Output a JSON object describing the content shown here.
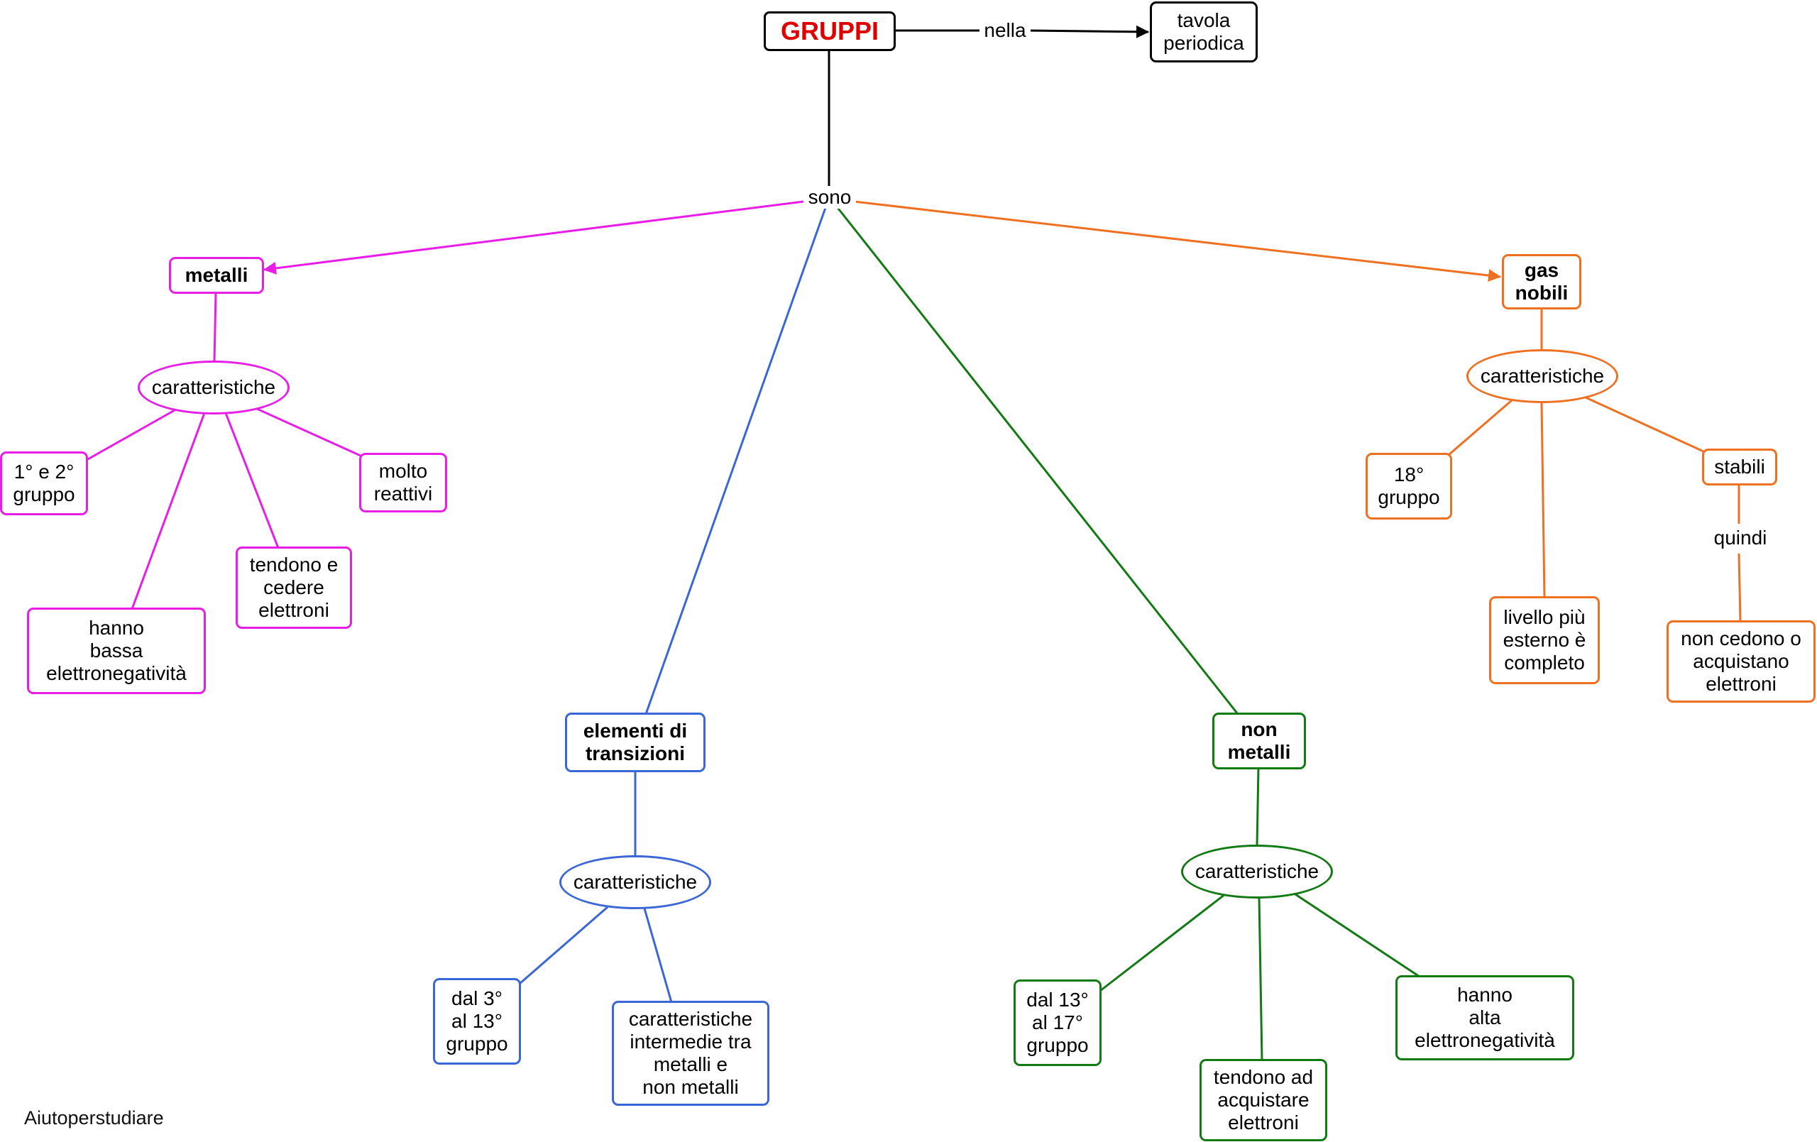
{
  "title": "GRUPPI",
  "colors": {
    "metalli": "#e81ee8",
    "transizione": "#3a66d6",
    "nonmetalli": "#127a12",
    "gas": "#ee7020",
    "root": "#000000",
    "titleText": "#e00000"
  },
  "links": {
    "nella": "nella",
    "sono": "sono",
    "quindi": "quindi"
  },
  "nodes": {
    "tavola": "tavola\nperiodica",
    "metalli": "metalli",
    "metalli_car": "caratteristiche",
    "metalli_gruppo": "1° e 2°\ngruppo",
    "metalli_reattivi": "molto\nreattivi",
    "metalli_cedere": "tendono e\ncedere\nelettroni",
    "metalli_elettroneg": "hanno\nbassa\nelettronegatività",
    "transizione": "elementi di\ntransizioni",
    "transizione_car": "caratteristiche",
    "transizione_gruppo": "dal 3°\nal 13°\ngruppo",
    "transizione_intermedie": "caratteristiche\nintermedie tra\nmetalli e\nnon metalli",
    "nonmetalli": "non\nmetalli",
    "nonmetalli_car": "caratteristiche",
    "nonmetalli_gruppo": "dal 13°\nal 17°\ngruppo",
    "nonmetalli_acquistare": "tendono ad\nacquistare\nelettroni",
    "nonmetalli_elettroneg": "hanno\nalta\nelettronegatività",
    "gas": "gas\nnobili",
    "gas_car": "caratteristiche",
    "gas_gruppo": "18°\ngruppo",
    "gas_livello": "livello più\nesterno è\ncompleto",
    "gas_stabili": "stabili",
    "gas_noncedono": "non cedono o\nacquistano\nelettroni"
  },
  "watermark": "Aiutoperstudiare"
}
